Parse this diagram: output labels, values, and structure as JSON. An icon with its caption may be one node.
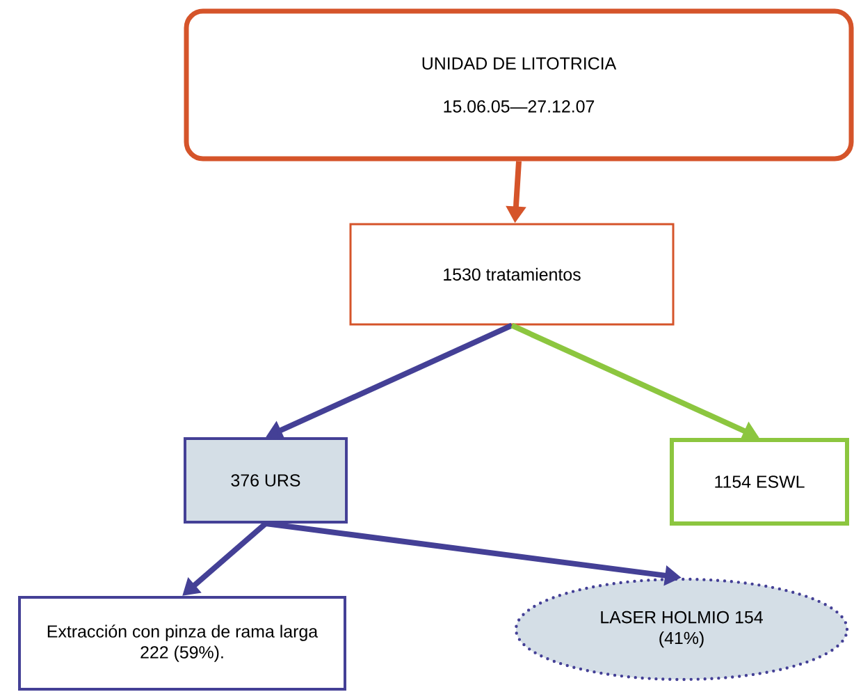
{
  "diagram": {
    "nodes": [
      {
        "text": [
          "UNIDAD DE LITOTRICIA",
          "15.06.05—27.12.07"
        ]
      },
      {
        "text": [
          "1530 tratamientos"
        ]
      },
      {
        "text": [
          "376 URS"
        ]
      },
      {
        "text": [
          "1154 ESWL"
        ]
      },
      {
        "text": [
          "Extracción con pinza de rama larga 222 (59%)."
        ]
      },
      {
        "text": [
          "LASER HOLMIO 154 (41%)"
        ]
      }
    ],
    "edges": [
      {
        "from": 0,
        "to": 1,
        "arrow": "to",
        "color": "#d5542a"
      },
      {
        "from": 1,
        "to": 2,
        "arrow": "to"
      },
      {
        "from": 1,
        "to": 3,
        "arrow": "to",
        "color": "#8cc63f"
      },
      {
        "from": 2,
        "to": 4,
        "arrow": "to"
      },
      {
        "from": 2,
        "to": 5,
        "arrow": "to"
      }
    ]
  }
}
